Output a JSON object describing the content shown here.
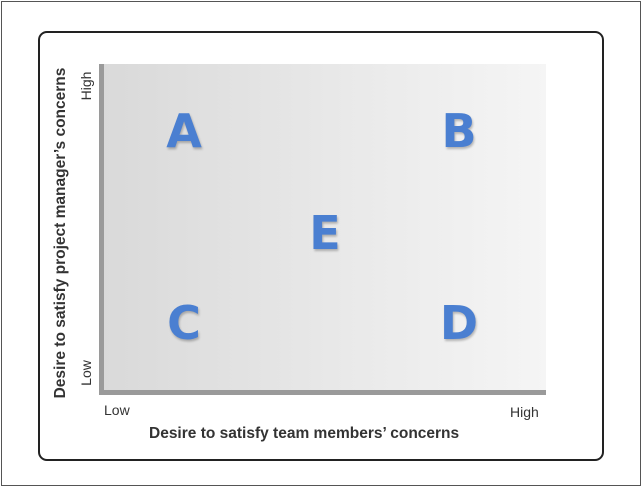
{
  "diagram": {
    "quadrants": [
      {
        "id": "A",
        "label": "A",
        "x_level": "low",
        "y_level": "high"
      },
      {
        "id": "B",
        "label": "B",
        "x_level": "high",
        "y_level": "high"
      },
      {
        "id": "E",
        "label": "E",
        "x_level": "medium",
        "y_level": "medium"
      },
      {
        "id": "C",
        "label": "C",
        "x_level": "low",
        "y_level": "low"
      },
      {
        "id": "D",
        "label": "D",
        "x_level": "high",
        "y_level": "low"
      }
    ],
    "x_axis": {
      "title": "Desire to satisfy team members’ concerns",
      "low_label": "Low",
      "high_label": "High"
    },
    "y_axis": {
      "title": "Desire to satisfy project manager’s concerns",
      "low_label": "Low",
      "high_label": "High"
    },
    "colors": {
      "letters": "#4a7fd1",
      "axis": "#9a9a9a",
      "border": "#222222"
    }
  }
}
